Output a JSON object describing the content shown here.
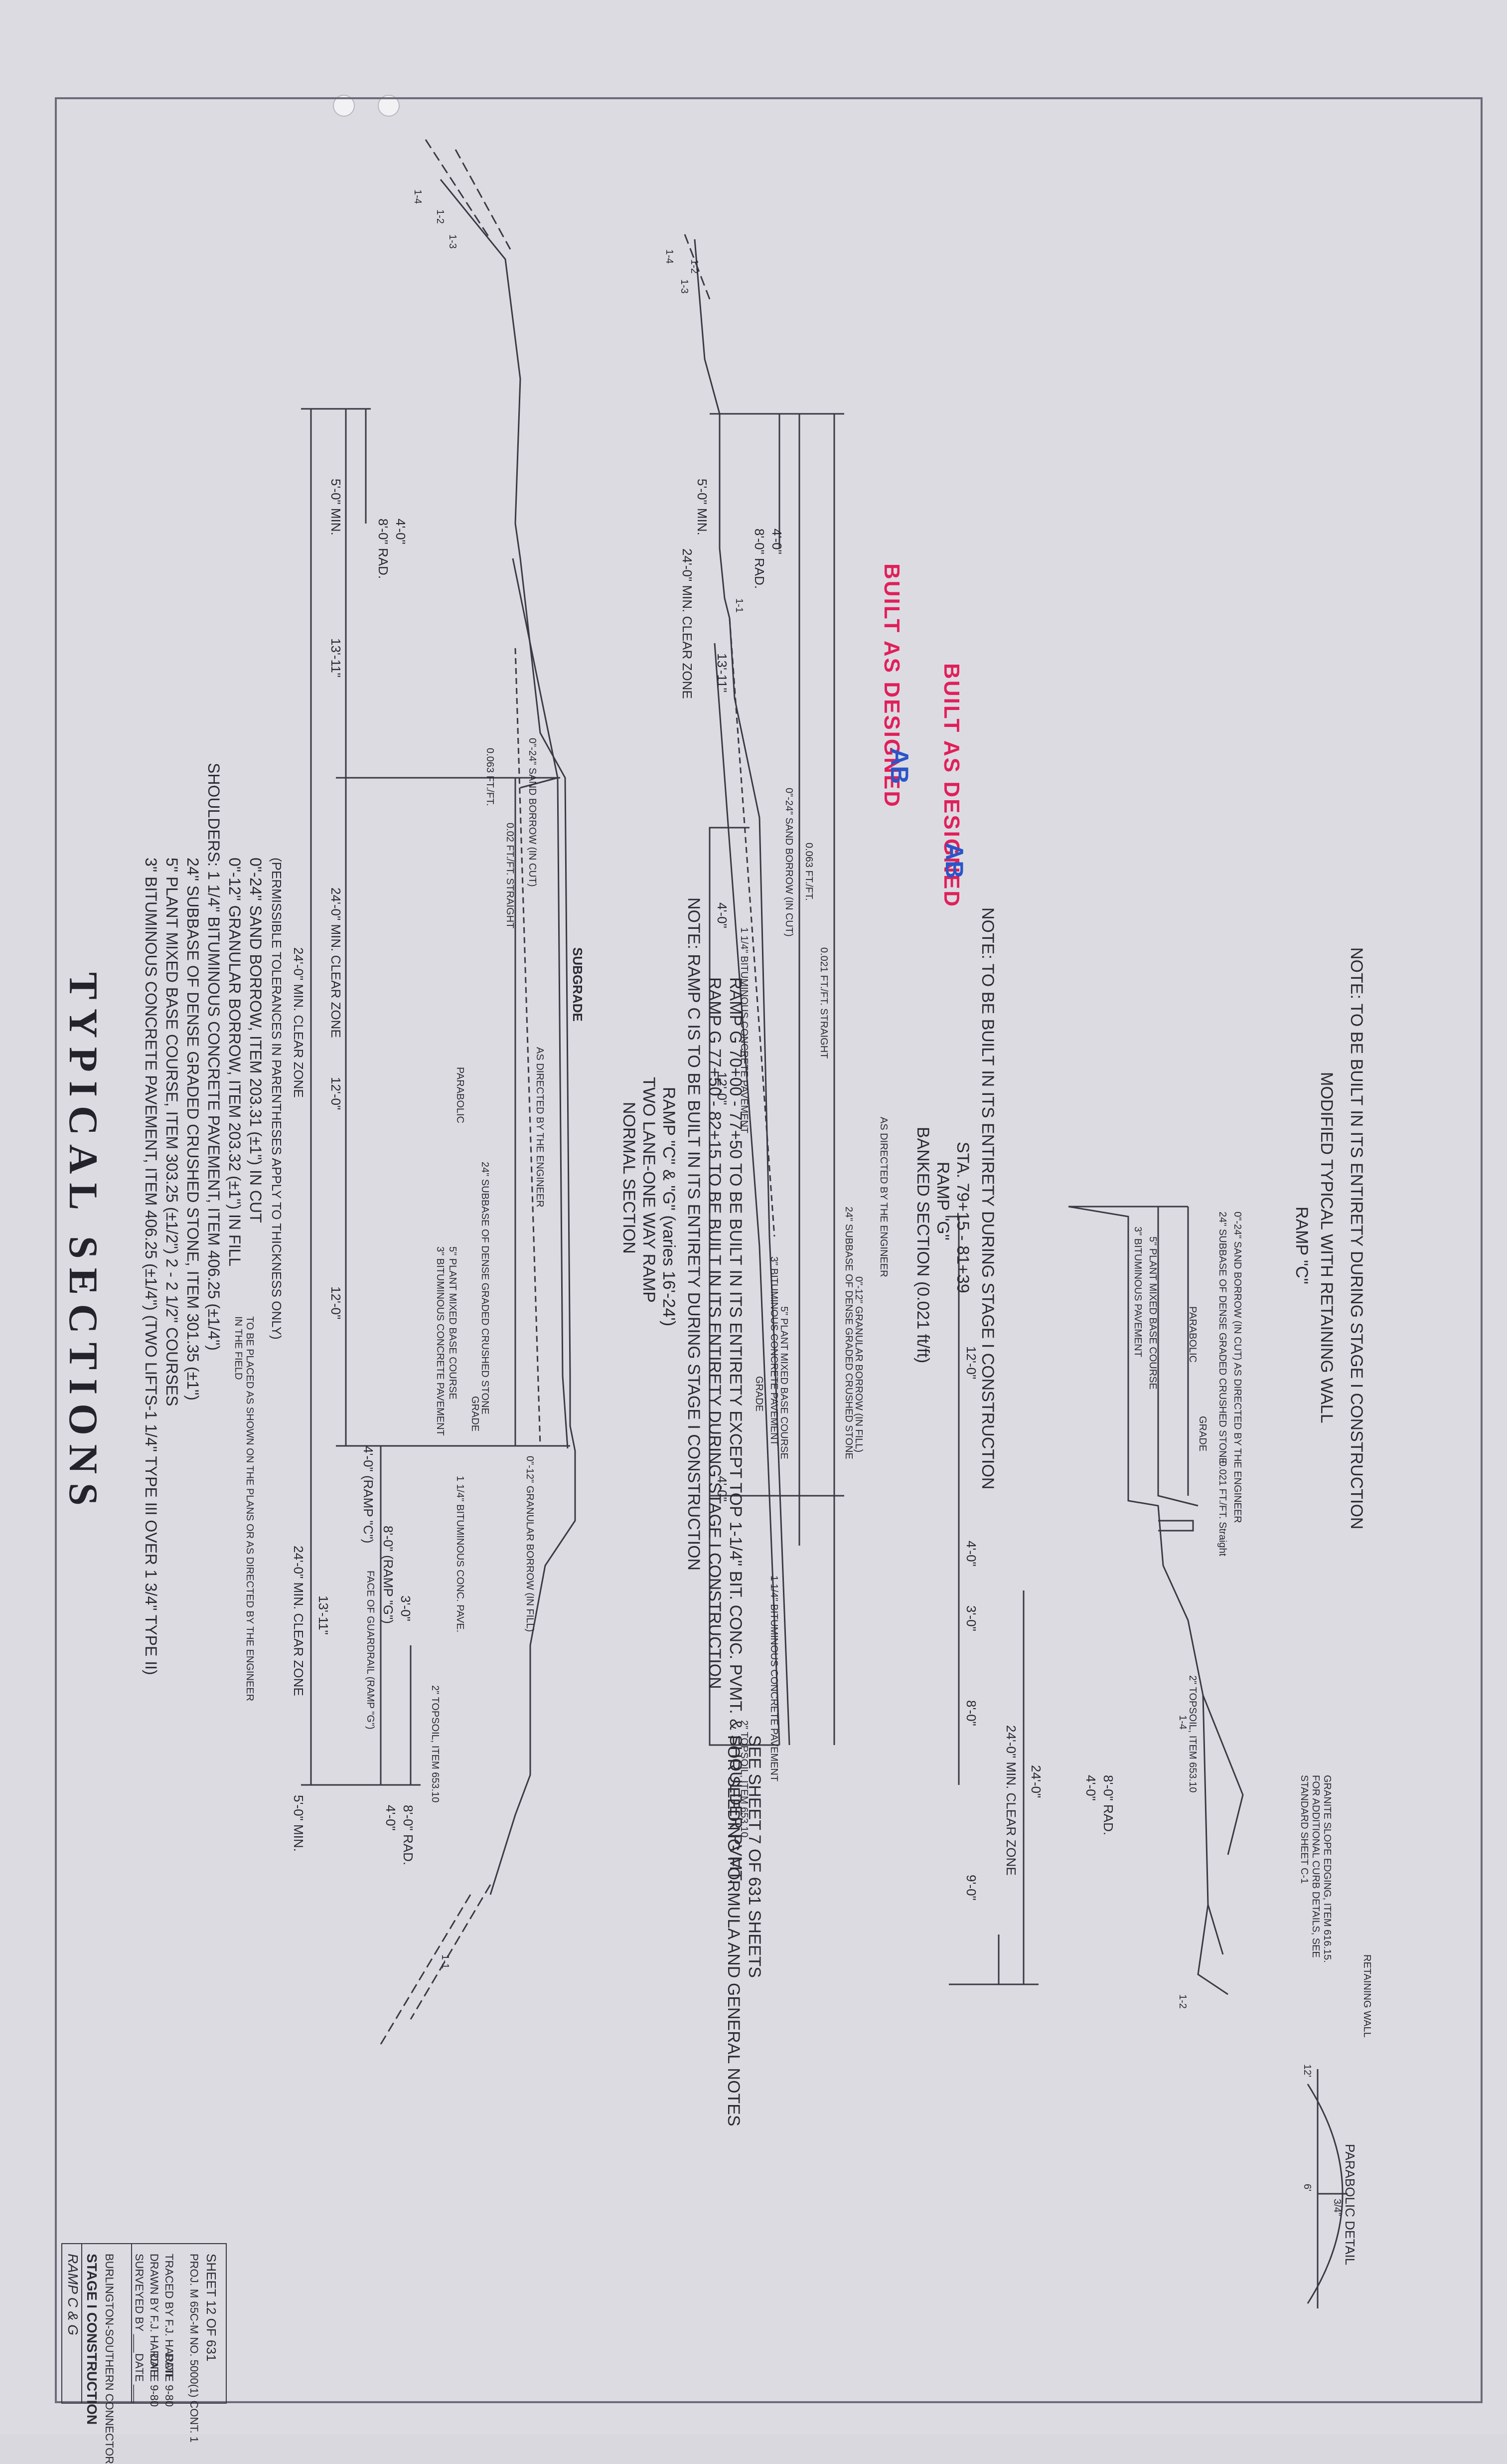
{
  "title": "TYPICAL SECTIONS",
  "specs": {
    "items": [
      "3\" BITUMINOUS CONCRETE PAVEMENT, ITEM 406.25 (±1/4\") (TWO LIFTS-1 1/4\" TYPE III OVER 1 3/4\" TYPE II)",
      "5\" PLANT MIXED BASE COURSE, ITEM 303.25 (±1/2\") 2 - 2 1/2\" COURSES",
      "24\" SUBBASE OF DENSE GRADED CRUSHED STONE, ITEM 301.35 (±1\")",
      "SHOULDERS: 1 1/4\" BITUMINOUS CONCRETE PAVEMENT, ITEM 406.25 (±1/4\")",
      "0\"-12\" GRANULAR BORROW, ITEM 203.32 (±1\") IN FILL",
      "0\"-24\" SAND BORROW, ITEM 203.31 (±1\") IN CUT"
    ],
    "placed_note": "TO BE PLACED AS SHOWN ON THE PLANS OR AS DIRECTED BY THE ENGINEER IN THE FIELD",
    "tolerance_note": "(PERMISSIBLE TOLERANCES IN PARENTHESES APPLY TO THICKNESS ONLY)"
  },
  "section_normal": {
    "caption_1": "NORMAL SECTION",
    "caption_2": "TWO LANE-ONE WAY RAMP",
    "caption_3": "RAMP \"C\" & \"G\" (varies 16'-24')",
    "note_1": "NOTE: RAMP C IS TO BE BUILT IN ITS ENTIRETY DURING STAGE I CONSTRUCTION",
    "note_2": "RAMP G 77+50 - 82+15 TO BE BUILT IN ITS ENTIRETY DURING STAGE I CONSTRUCTION",
    "note_3": "RAMP G 70+00 - 77+50 TO BE BUILT IN ITS ENTIRETY EXCEPT TOP 1-1/4\" BIT. CONC. PVMT. & SHOULDER PVMT.",
    "stamp": "BUILT AS DESIGNED",
    "initials": "AB",
    "labels": [
      "SUBGRADE",
      "PARABOLIC",
      "GRADE",
      "AS DIRECTED BY THE ENGINEER",
      "0\"-24\" SAND BORROW (IN CUT)",
      "0\"-12\" GRANULAR BORROW (IN FILL)",
      "24\" SUBBASE OF DENSE GRADED CRUSHED STONE",
      "3\" BITUMINOUS CONCRETE PAVEMENT",
      "5\" PLANT MIXED BASE COURSE",
      "1 1/4\" BITUMINOUS CONC. PAVE.",
      "2\" TOPSOIL, ITEM 653.10",
      "0.063 FT./FT.",
      "0.02 FT./FT. STRAIGHT",
      "FACE OF GUARDRAIL (RAMP \"G\")"
    ],
    "dims": [
      "24'-0\" MIN. CLEAR ZONE",
      "5'-0\" MIN.",
      "13'-11\"",
      "4'-0\"",
      "8'-0\" RAD.",
      "4'-0\"",
      "12'-0\"",
      "12'-0\"",
      "4'-0\" (RAMP \"C\")",
      "8'-0\" (RAMP \"G\")",
      "3'-0\"",
      "24'-0\" MIN. CLEAR ZONE",
      "13'-11\"",
      "5'-0\" MIN.",
      "4'-0\"",
      "8'-0\" RAD.",
      "1-4",
      "1-2",
      "1-3",
      "1-1"
    ]
  },
  "section_banked": {
    "caption_1": "BANKED SECTION (0.021 ft/ft)",
    "caption_2": "RAMP \"G\"",
    "caption_3": "STA. 79+15 - 81+39",
    "note": "NOTE: TO BE BUILT IN ITS ENTIRETY DURING STAGE I CONSTRUCTION",
    "stamp": "BUILT AS DESIGNED",
    "initials": "AB",
    "labels": [
      "0\"-24\" SAND BORROW (IN CUT)",
      "0.063 FT./FT.",
      "1 1/4\" BITUMINOUS CONCRETE PAVEMENT",
      "0.021 FT./FT. STRAIGHT",
      "AS DIRECTED BY THE ENGINEER",
      "24\" SUBBASE OF DENSE GRADED CRUSHED STONE",
      "0\"-12\" GRANULAR BORROW (IN FILL)",
      "3\" BITUMINOUS CONCRETE PAVEMENT",
      "5\" PLANT MIXED BASE COURSE",
      "GRADE",
      "1 1/4\" BITUMINOUS CONCRETE PAVEMENT",
      "2\" TOPSOIL, ITEM 653.10"
    ],
    "dims": [
      "24'-0\" MIN. CLEAR ZONE",
      "5'-0\" MIN.",
      "13'-11\"",
      "4'-0\"",
      "8'-0\" RAD.",
      "4'-0\"",
      "12'-0\"",
      "4'-0\"",
      "1-4",
      "1-2",
      "1-3",
      "1-1"
    ]
  },
  "section_wall": {
    "caption_1": "RAMP \"C\"",
    "caption_2": "MODIFIED TYPICAL WITH RETAINING WALL",
    "note": "NOTE: TO BE BUILT IN ITS ENTIRETY DURING STAGE I CONSTRUCTION",
    "labels": [
      "24\" SUBBASE OF DENSE GRADED CRUSHED STONE",
      "0\"-24\" SAND BORROW (IN CUT) AS DIRECTED BY THE ENGINEER",
      "3\" BITUMINOUS PAVEMENT",
      "5\" PLANT MIXED BASE COURSE",
      "PARABOLIC",
      "GRADE",
      "0.021 FT./FT. Straight",
      "2\" TOPSOIL, ITEM 653.10",
      "GRANITE SLOPE EDGING, ITEM 616.15. FOR ADDITIONAL CURB DETAILS, SEE STANDARD SHEET C-1",
      "RETAINING WALL"
    ],
    "dims": [
      "12'-0\"",
      "4'-0\"",
      "3'-0\"",
      "8'-0\"",
      "24'-0\" MIN. CLEAR ZONE",
      "9'-0\"",
      "24'-0\"",
      "8'-0\" RAD.",
      "4'-0\"",
      "1-4",
      "1-2"
    ]
  },
  "parabolic_detail": {
    "label": "PARABOLIC DETAIL",
    "dims": [
      "12'",
      "6'",
      "3/4\""
    ]
  },
  "seeding_note": {
    "line_1": "FOR SEEDING FORMULA AND GENERAL NOTES",
    "line_2": "SEE SHEET 7 OF 631 SHEETS"
  },
  "title_block": {
    "ramp": "RAMP C & G",
    "stage": "STAGE I CONSTRUCTION",
    "project": "BURLINGTON-SOUTHERN CONNECTOR",
    "surveyed": "SURVEYED BY ___",
    "drawn": "DRAWN BY F.J. HARDIE",
    "traced": "TRACED BY F.J. HARDIE",
    "date_1": "DATE ___",
    "date_2": "DATE 9-80",
    "date_3": "DATE 9-80",
    "proj": "PROJ. M 65C-M NO. 5000(1) CONT. 1",
    "sheet": "SHEET 12 OF 631"
  },
  "colors": {
    "paper": "#dcdbe2",
    "ink": "#2b2a33",
    "stamp_red": "#e0205a",
    "mark_blue": "#2a55c8"
  }
}
